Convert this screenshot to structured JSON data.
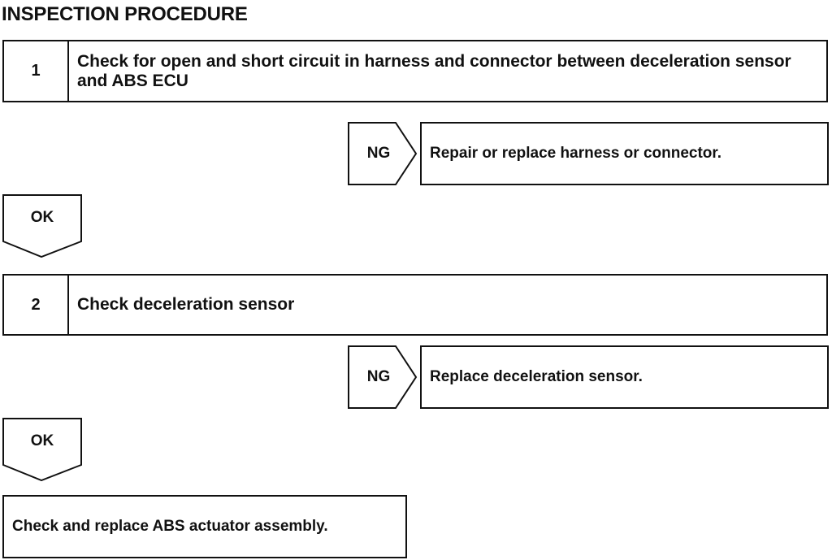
{
  "title": "INSPECTION PROCEDURE",
  "steps": [
    {
      "number": "1",
      "text": "Check for open and short circuit in harness and connector between deceleration sensor and ABS ECU",
      "ng_label": "NG",
      "ng_result": "Repair or replace harness or connector.",
      "ok_label": "OK"
    },
    {
      "number": "2",
      "text": "Check deceleration sensor",
      "ng_label": "NG",
      "ng_result": "Replace deceleration sensor.",
      "ok_label": "OK"
    }
  ],
  "final_action": "Check and replace ABS actuator assembly."
}
